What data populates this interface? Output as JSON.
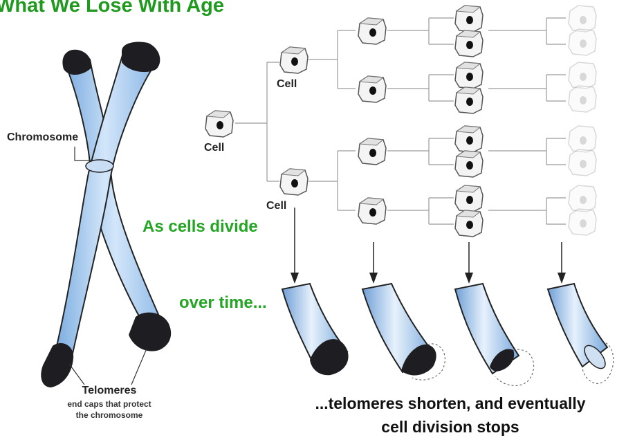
{
  "title": "What We Lose With Age",
  "labels": {
    "chromosome": "Chromosome",
    "cell_root": "Cell",
    "cell_upper": "Cell",
    "cell_lower": "Cell",
    "as_cells_divide": "As cells divide",
    "over_time": "over time...",
    "telomeres": "Telomeres",
    "telomeres_desc_line1": "end caps that protect",
    "telomeres_desc_line2": "the chromosome",
    "bottom_line1": "...telomeres shorten, and eventually",
    "bottom_line2": "cell division stops"
  },
  "colors": {
    "title_green": "#1f9a1f",
    "caption_green": "#24a524",
    "chromosome_blue": "#a9cbef",
    "chromosome_edge": "#2a2a2a",
    "telomere_cap": "#1e1e22"
  }
}
